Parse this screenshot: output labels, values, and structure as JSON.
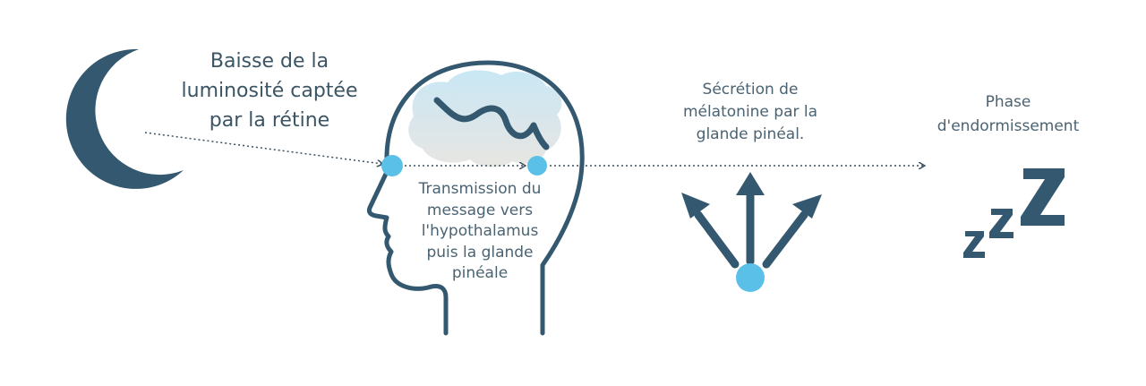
{
  "colors": {
    "dark_blue": "#33586f",
    "light_blue": "#5bc0e8",
    "arrow_dots": "#3a5060",
    "brain_top": "#c9e7f5",
    "brain_bottom": "#e8e6e2"
  },
  "icons": [
    "moon-icon",
    "head-profile-icon",
    "brain-icon",
    "burst-arrows-icon",
    "sleep-zzz-icon"
  ],
  "labels": {
    "retine": [
      "Baisse de la",
      "luminosité captée",
      "par la rétine"
    ],
    "transmission": [
      "Transmission du",
      "message vers",
      "l'hypothalamus",
      "puis la glande",
      "pinéale"
    ],
    "secretion": [
      "Sécrétion de",
      "mélatonine par la",
      "glande pinéal."
    ],
    "phase": [
      "Phase",
      "d'endormissement"
    ]
  }
}
